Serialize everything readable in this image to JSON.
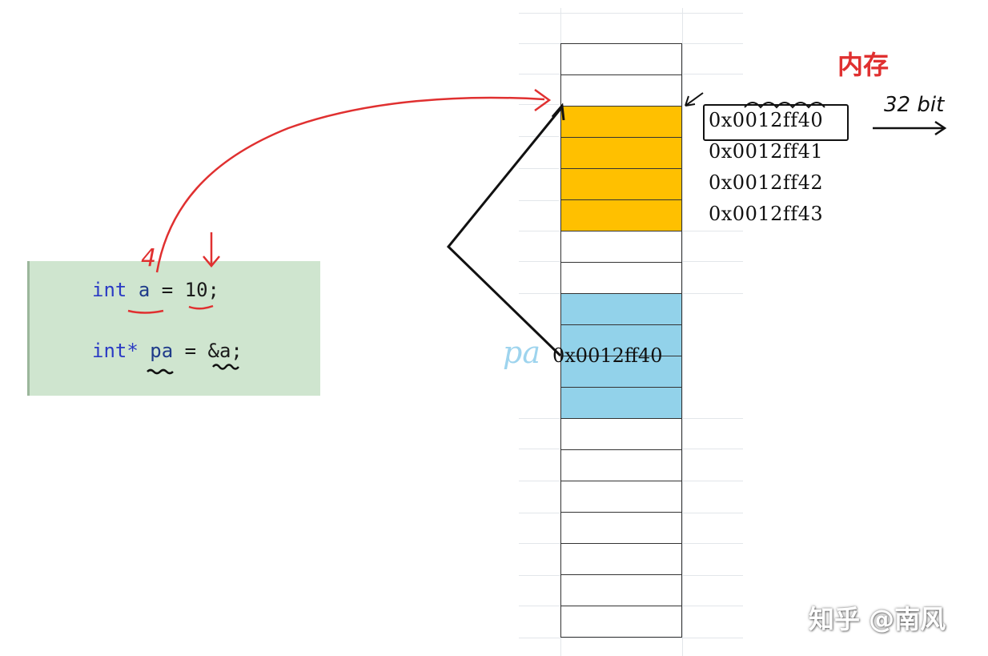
{
  "title": "内存",
  "bit_label": "32 bit",
  "addresses": [
    "0x0012ff40",
    "0x0012ff41",
    "0x0012ff42",
    "0x0012ff43"
  ],
  "code": {
    "line1": {
      "type": "int",
      "name": "a",
      "op": "=",
      "value": "10",
      "end": ";"
    },
    "line2": {
      "type": "int*",
      "name": "pa",
      "op": "=",
      "value": "&a",
      "end": ";"
    }
  },
  "annotations": {
    "size_mark": "4",
    "pointer_name": "pa",
    "pointer_value": "0x0012ff40"
  },
  "memory": {
    "cell_count": 19,
    "orange_cells": [
      2,
      3,
      4,
      5
    ],
    "blue_cells": [
      8,
      9,
      10,
      11
    ]
  },
  "colors": {
    "orange": "#ffc000",
    "blue": "#92d2ea",
    "code_bg": "#cfe5cf",
    "red": "#e03030"
  },
  "watermark": "知乎 @南风"
}
